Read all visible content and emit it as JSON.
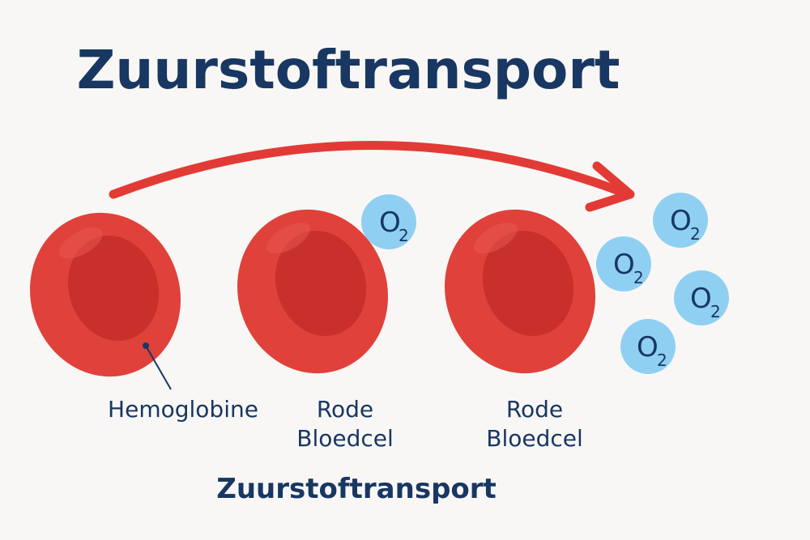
{
  "title": "Zuurstoftransport",
  "caption": "Zuurstoftransport",
  "labels": {
    "hemoglobin": "Hemoglobine",
    "cell2_line1": "Rode",
    "cell2_line2": "Bloedcel",
    "cell3_line1": "Rode",
    "cell3_line2": "Bloedcel"
  },
  "oxygen": {
    "symbol": "O",
    "subscript": "2"
  },
  "colors": {
    "cell_outer": "#e0413a",
    "cell_inner": "#c9302c",
    "arrow": "#e23b36",
    "oxygen_fill": "#8fd0f2",
    "text": "#183762"
  }
}
